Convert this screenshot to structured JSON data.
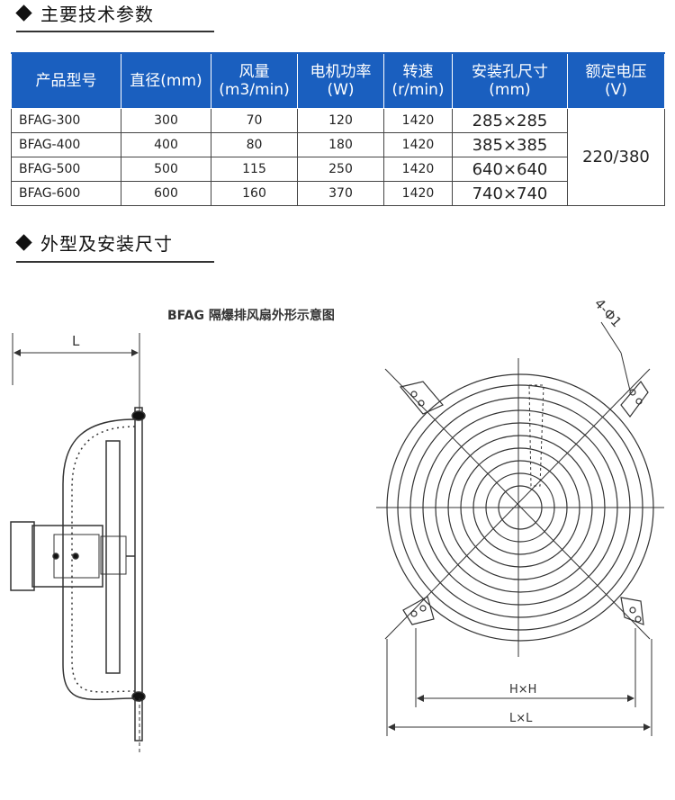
{
  "section1": {
    "title": "主要技术参数"
  },
  "section2": {
    "title": "外型及安装尺寸"
  },
  "table": {
    "headers": [
      [
        "产品型号"
      ],
      [
        "直径(mm)"
      ],
      [
        "风量",
        "(m3/min)"
      ],
      [
        "电机功率",
        "(W)"
      ],
      [
        "转速",
        "(r/min)"
      ],
      [
        "安装孔尺寸",
        "(mm)"
      ],
      [
        "额定电压",
        "(V)"
      ]
    ],
    "rows": [
      [
        "BFAG-300",
        "300",
        "70",
        "120",
        "1420",
        "285×285"
      ],
      [
        "BFAG-400",
        "400",
        "80",
        "180",
        "1420",
        "385×385"
      ],
      [
        "BFAG-500",
        "500",
        "115",
        "250",
        "1420",
        "640×640"
      ],
      [
        "BFAG-600",
        "600",
        "160",
        "370",
        "1420",
        "740×740"
      ]
    ],
    "voltage": "220/380"
  },
  "drawing": {
    "caption": "BFAG 隔爆排风扇外形示意图",
    "label_L": "L",
    "label_holes": "4-Φ1",
    "label_HxH": "H×H",
    "label_LxL": "L×L"
  },
  "colors": {
    "header_bg": "#1a5fbf",
    "line": "#333333"
  }
}
